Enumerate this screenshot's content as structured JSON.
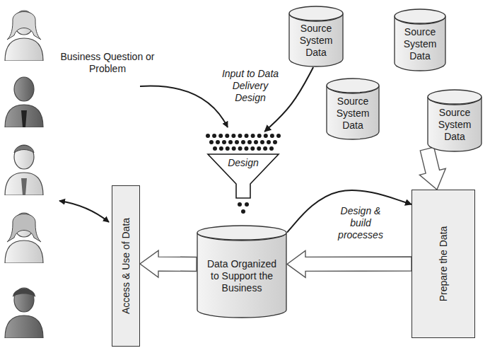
{
  "diagram": {
    "nodes": [
      {
        "text": [
          "Source System Data"
        ]
      },
      {
        "text": [
          "Source System Data"
        ]
      },
      {
        "text": [
          "Source System Data"
        ]
      },
      {
        "text": [
          "Source System Data"
        ]
      },
      {
        "text": [
          "Design"
        ]
      },
      {
        "text": [
          "Data Organized to Support the Business"
        ]
      },
      {
        "text": [
          "Prepare the Data"
        ]
      },
      {
        "text": [
          "Access & Use of Data"
        ]
      }
    ],
    "edges": [
      {
        "from": 0,
        "to": 4,
        "arrow": "to"
      },
      {
        "from": 5,
        "to": 6,
        "label": "Design & build processes",
        "arrow": "to"
      },
      {
        "from": 6,
        "to": 5,
        "arrow": "to"
      },
      {
        "from": 5,
        "to": 7,
        "arrow": "to"
      },
      {
        "from": 3,
        "to": 6,
        "arrow": "to"
      }
    ],
    "labels": [
      "Business Question or Problem",
      "Input to Data Delivery Design"
    ]
  }
}
